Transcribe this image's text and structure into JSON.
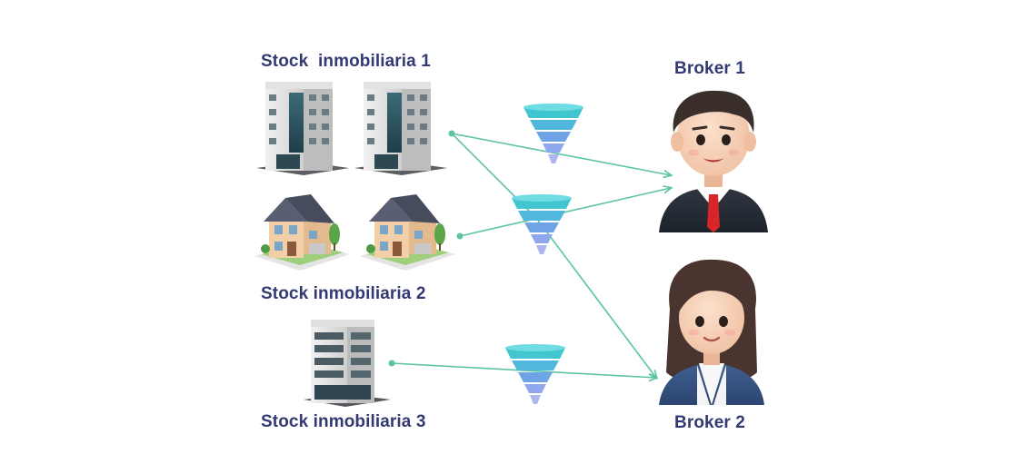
{
  "stocks": [
    {
      "label": "Stock  inmobiliaria 1",
      "asset": "office-building"
    },
    {
      "label": "Stock inmobiliaria 2",
      "asset": "house"
    },
    {
      "label": "Stock inmobiliaria 3",
      "asset": "office-building"
    }
  ],
  "brokers": [
    {
      "label": "Broker 1",
      "avatar": "male-broker"
    },
    {
      "label": "Broker 2",
      "avatar": "female-broker"
    }
  ],
  "connections": [
    {
      "from": "Stock  inmobiliaria 1",
      "to": "Broker 1"
    },
    {
      "from": "Stock  inmobiliaria 1",
      "to": "Broker 2"
    },
    {
      "from": "Stock inmobiliaria 2",
      "to": "Broker 1"
    },
    {
      "from": "Stock inmobiliaria 3",
      "to": "Broker 2"
    }
  ],
  "colors": {
    "label": "#333a73",
    "connector": "#5cc4a4",
    "funnel_top": "#41c6cf",
    "funnel_bottom": "#a9b4ee"
  }
}
